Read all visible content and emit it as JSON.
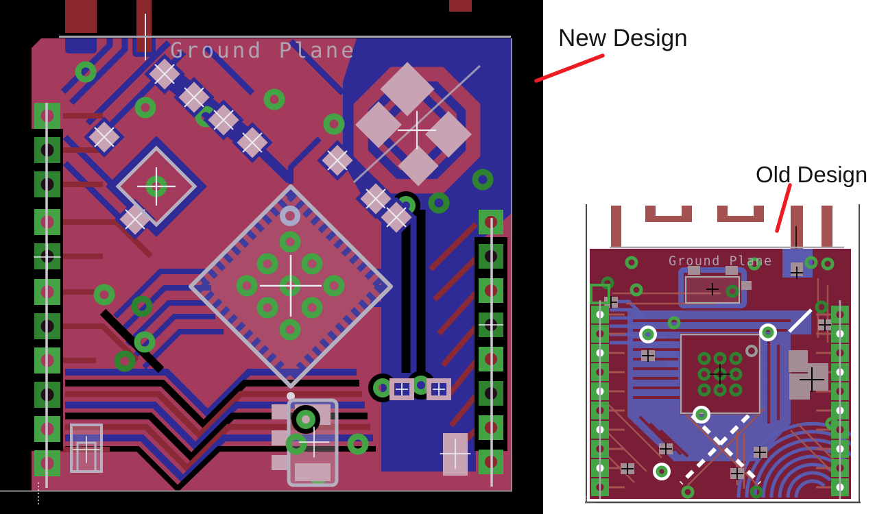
{
  "annotations": {
    "new_design_label": "New Design",
    "old_design_label": "Old Design"
  },
  "new_board": {
    "silkscreen_text": "Ground Plane",
    "left_header_pin_count": 11,
    "right_header_pin_count": 8
  },
  "old_board": {
    "silkscreen_text": "Ground Plane",
    "left_header_pin_count": 10,
    "right_header_pin_count": 10
  },
  "colors": {
    "bg_left": "#000000",
    "bg_right": "#FFFFFF",
    "annotation_red": "#EC1C24",
    "annotation_text": "#141414",
    "board_copper": "#A43B5C",
    "trace_blue": "#2E2B96",
    "trace_dark_red": "#8B2A36",
    "connector_red": "#8C282D",
    "via_green": "#44A344",
    "via_green_dark": "#2F8230",
    "pad_gray": "#C7A3B3",
    "silkscreen": "#B5AFC0",
    "white_marking": "#E9E9F2",
    "old_board_copper": "#7A1E37",
    "old_trace_blue": "#5A5AAE",
    "old_trace_red": "#A35151",
    "old_pad_gray": "#A38E96",
    "frame_gray": "#4A4A4A"
  }
}
